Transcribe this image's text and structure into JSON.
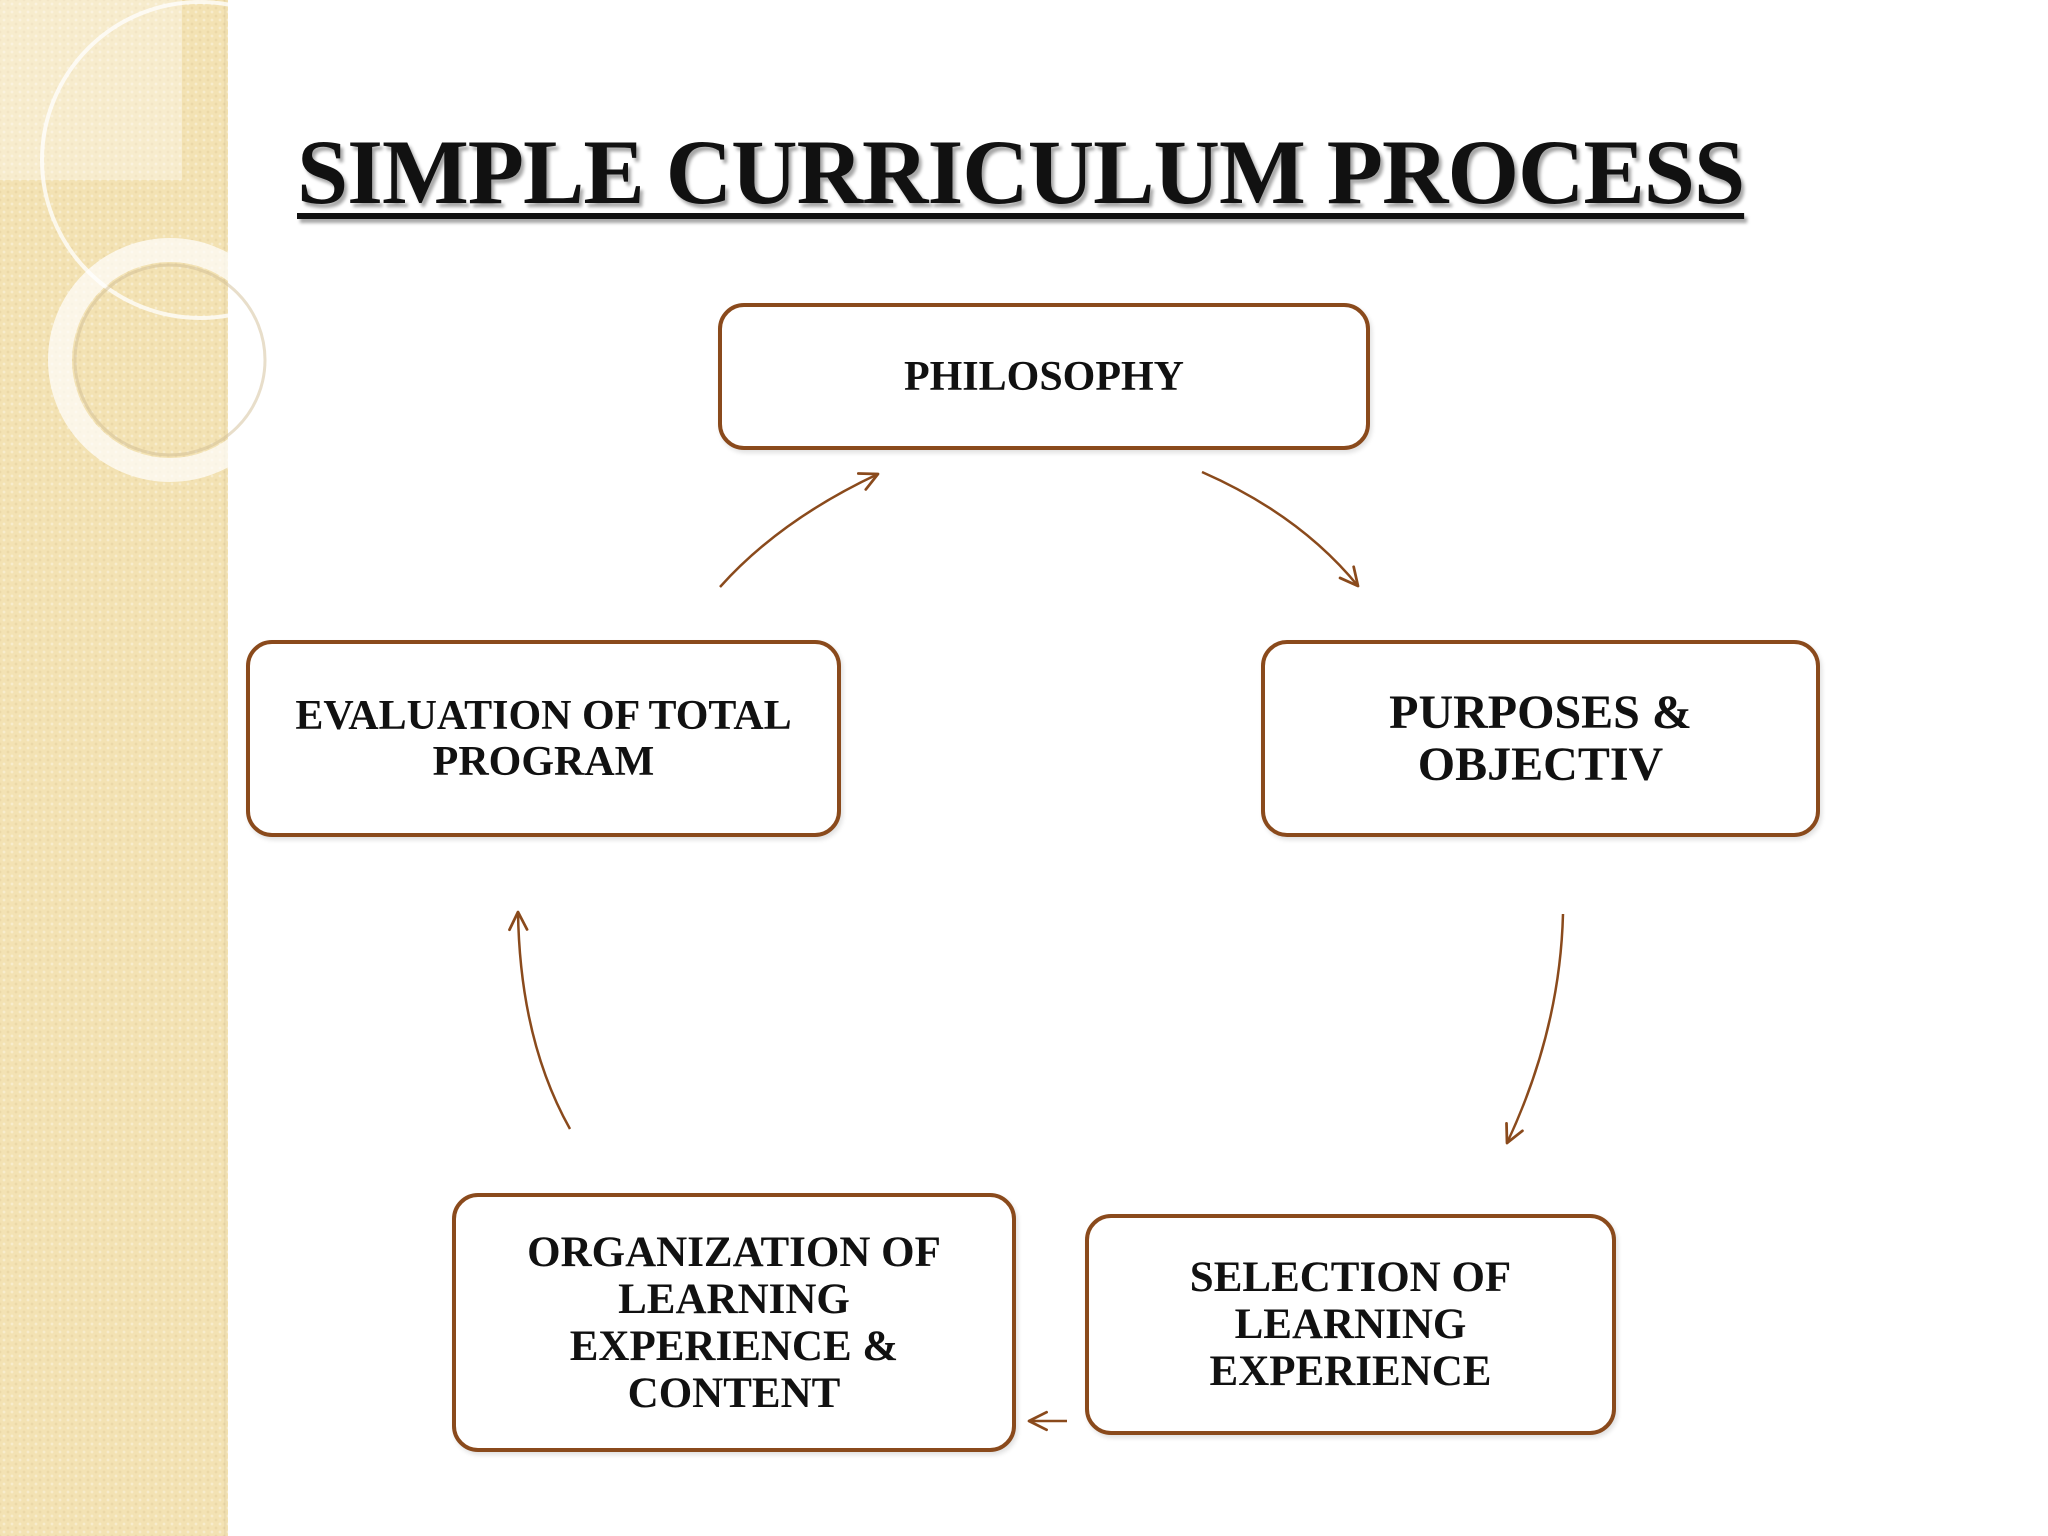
{
  "title": "SIMPLE CURRICULUM PROCESS",
  "colors": {
    "box_border": "#8a4a1c",
    "arrow": "#8a4a1c",
    "text": "#111111",
    "side_strip": "#f3e2b3"
  },
  "nodes": {
    "philosophy": "PHILOSOPHY",
    "purposes": "PURPOSES &\nOBJECTIV",
    "selection": "SELECTION OF\nLEARNING\nEXPERIENCE",
    "organization": "ORGANIZATION OF\nLEARNING\nEXPERIENCE  &\nCONTENT",
    "evaluation": "EVALUATION OF TOTAL\nPROGRAM"
  },
  "flow": [
    {
      "from": "philosophy",
      "to": "purposes"
    },
    {
      "from": "purposes",
      "to": "selection"
    },
    {
      "from": "selection",
      "to": "organization"
    },
    {
      "from": "organization",
      "to": "evaluation"
    },
    {
      "from": "evaluation",
      "to": "philosophy"
    }
  ]
}
